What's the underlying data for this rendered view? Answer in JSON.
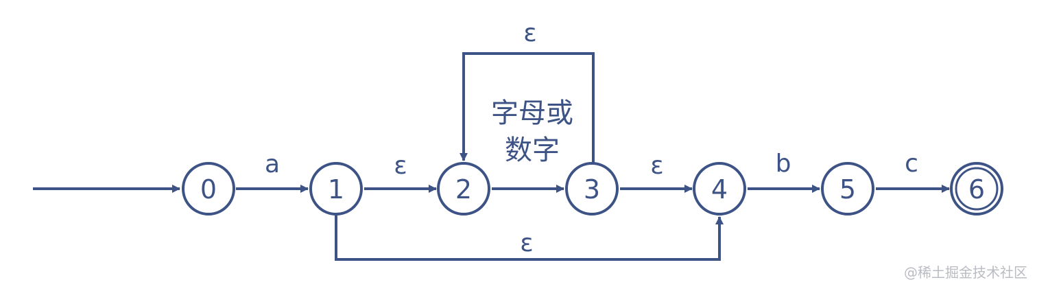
{
  "diagram": {
    "colors": {
      "stroke": "#3d5386",
      "text": "#3d5386",
      "watermark": "#b9bcc2"
    },
    "states": [
      {
        "id": "0",
        "label": "0",
        "accepting": false
      },
      {
        "id": "1",
        "label": "1",
        "accepting": false
      },
      {
        "id": "2",
        "label": "2",
        "accepting": false
      },
      {
        "id": "3",
        "label": "3",
        "accepting": false
      },
      {
        "id": "4",
        "label": "4",
        "accepting": false
      },
      {
        "id": "5",
        "label": "5",
        "accepting": false
      },
      {
        "id": "6",
        "label": "6",
        "accepting": true
      }
    ],
    "start_state": "0",
    "transitions": [
      {
        "from": "0",
        "to": "1",
        "label": "a"
      },
      {
        "from": "1",
        "to": "2",
        "label": "ε"
      },
      {
        "from": "2",
        "to": "3",
        "label": ""
      },
      {
        "from": "3",
        "to": "4",
        "label": "ε"
      },
      {
        "from": "4",
        "to": "5",
        "label": "b"
      },
      {
        "from": "5",
        "to": "6",
        "label": "c"
      },
      {
        "from": "3",
        "to": "2",
        "label": "ε"
      },
      {
        "from": "1",
        "to": "4",
        "label": "ε"
      }
    ],
    "loop_annotation": {
      "line1": "字母或",
      "line2": "数字"
    }
  },
  "watermark": "@稀土掘金技术社区"
}
